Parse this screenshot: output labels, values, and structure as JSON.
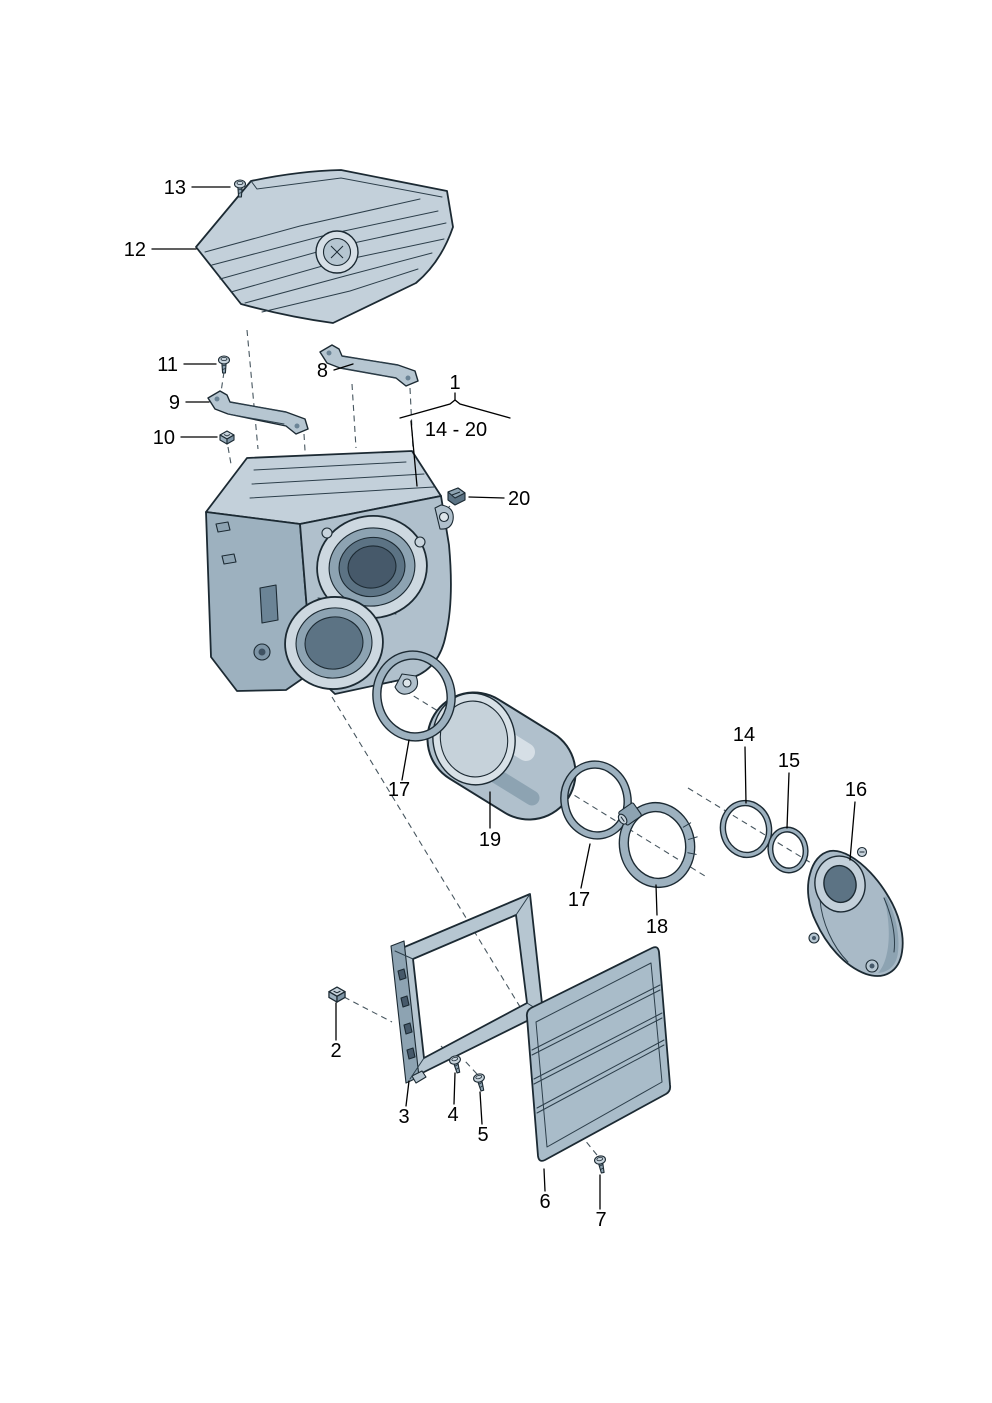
{
  "diagram": {
    "type": "exploded-parts-diagram",
    "callouts": {
      "c1": "1",
      "c1_range": "14 - 20",
      "c2": "2",
      "c3": "3",
      "c4": "4",
      "c5": "5",
      "c6": "6",
      "c7": "7",
      "c8": "8",
      "c9": "9",
      "c10": "10",
      "c11": "11",
      "c12": "12",
      "c13": "13",
      "c14": "14",
      "c15": "15",
      "c16": "16",
      "c17a": "17",
      "c17b": "17",
      "c18": "18",
      "c19": "19",
      "c20": "20"
    },
    "colors": {
      "background": "#ffffff",
      "outline": "#1c2a33",
      "fill_light": "#d6dfe6",
      "fill_mid": "#b6c6d1",
      "fill_mid2": "#9db1bf",
      "fill_dark": "#8da3b2",
      "fill_deep": "#5c7384",
      "label_text": "#000000"
    }
  }
}
